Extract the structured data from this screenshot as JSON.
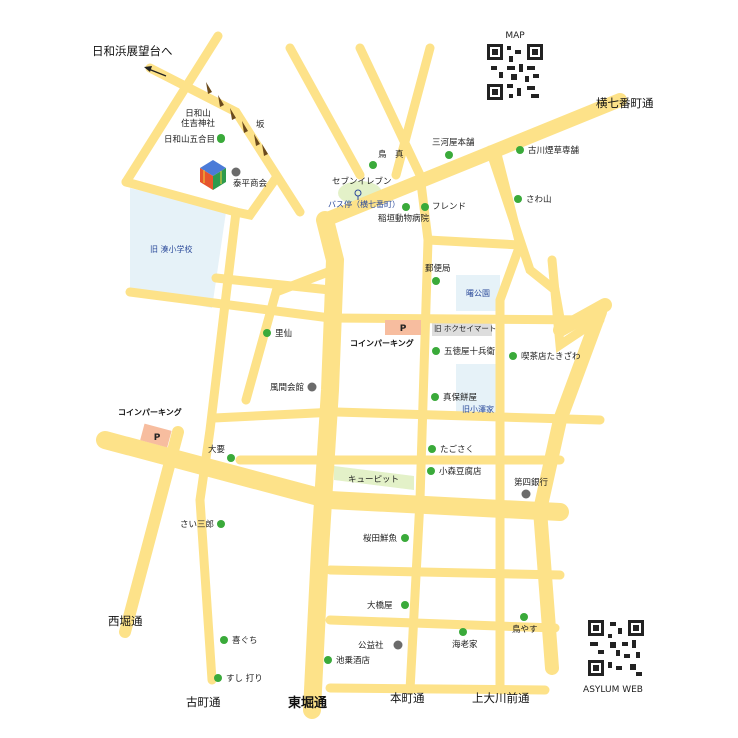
{
  "colors": {
    "road": "#fde289",
    "park": "#e6f2f8",
    "greenzone": "#e3f1c8",
    "parking": "#f7bd9f",
    "shop_dot": "#3aaa3a",
    "public_dot": "#6b6b6b",
    "slope_arrow": "#6b4a1c"
  },
  "header": {
    "map_label": "MAP"
  },
  "footer": {
    "site_label": "ASYLUM WEB"
  },
  "streets": {
    "yokoshichiban": "横七番町通",
    "nishibori": "西堀通",
    "furumachi": "古町通",
    "higashibori": "東堀通",
    "honcho": "本町通",
    "kamiookawamae": "上大川前通",
    "hiyoriyama_dir": "日和浜展望台へ",
    "saka": "坂"
  },
  "areas": {
    "old_school": "旧 湊小学校",
    "park_akebono": "曙公園",
    "old_house": "旧小澤家",
    "cupid": "キューピット",
    "old_hokusei": "旧 ホクセイマート"
  },
  "parking": {
    "symbol": "P",
    "label": "コインパーキング"
  },
  "places": {
    "hiyoriyama_shrine": "日和山\n住吉神社",
    "hiyoriyama_5": "日和山五合目",
    "taihei": "泰平商会",
    "torishin": "鳥　真",
    "mikawaya": "三河屋本舗",
    "furukawa": "古川煙草専舗",
    "seven": "セブンイレブン",
    "bus_stop": "バス停（横七番町）",
    "friend": "フレンド",
    "inagaki": "稲垣動物病院",
    "sawayama": "さわ山",
    "post": "郵便局",
    "sato": "里仙",
    "gotokuya": "五徳屋十兵衛",
    "takizawa": "喫茶店たきざわ",
    "kazama": "風間会館",
    "shinpo": "真保餅屋",
    "taihou": "大要",
    "tagosaku": "たごさく",
    "komori": "小森豆腐店",
    "bank4": "第四銀行",
    "saisaburo": "さい三郎",
    "sakurada": "桜田鮮魚",
    "ohashiya": "大橋屋",
    "toriyasu": "鳥やす",
    "koshusha": "公益社",
    "ebiya": "海老家",
    "yoshiguchi": "喜ぐち",
    "ikenoe": "池乗酒店",
    "sushi": "すし 打り"
  }
}
